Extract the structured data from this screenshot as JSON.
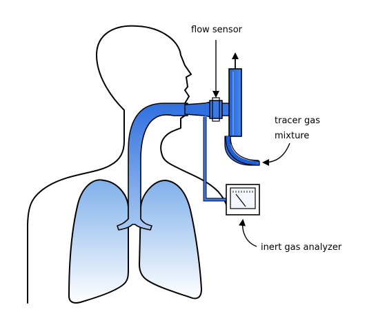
{
  "labels": {
    "flow_sensor": "flow sensor",
    "tracer_gas_line1": "tracer gas",
    "tracer_gas_line2": "mixture",
    "inert_gas_analyzer": "inert gas analyzer"
  },
  "colors": {
    "outline": "#000000",
    "tube_blue": "#2f6fe0",
    "tube_dark": "#1a4fb8",
    "lung_top": "#8ab6ea",
    "lung_bottom": "#ffffff"
  }
}
